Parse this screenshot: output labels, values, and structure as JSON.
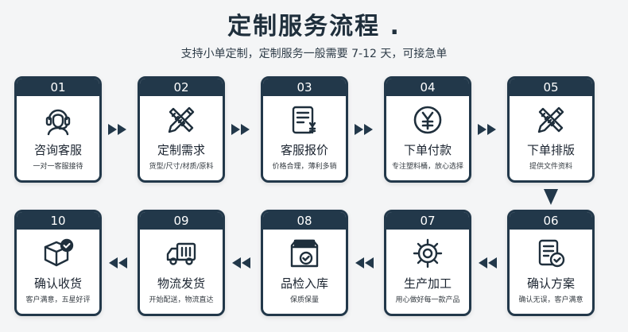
{
  "header": {
    "title": "定制服务流程 .",
    "subtitle": "支持小单定制，定制服务一般需要 7-12 天，可接急单"
  },
  "steps": [
    {
      "num": "01",
      "label": "咨询客服",
      "desc": "一对一客服接待",
      "icon": "customer-service-headset-icon"
    },
    {
      "num": "02",
      "label": "定制需求",
      "desc": "货型/尺寸/材质/原料",
      "icon": "ruler-pencil-icon"
    },
    {
      "num": "03",
      "label": "客服报价",
      "desc": "价格合理，薄利多销",
      "icon": "price-document-icon"
    },
    {
      "num": "04",
      "label": "下单付款",
      "desc": "专注塑料桶，放心选择",
      "icon": "yen-coin-icon"
    },
    {
      "num": "05",
      "label": "下单排版",
      "desc": "提供文件资料",
      "icon": "ruler-pencil-icon"
    },
    {
      "num": "06",
      "label": "确认方案",
      "desc": "确认无误，客户满意",
      "icon": "approved-document-icon"
    },
    {
      "num": "07",
      "label": "生产加工",
      "desc": "用心做好每一款产品",
      "icon": "gear-icon"
    },
    {
      "num": "08",
      "label": "品检入库",
      "desc": "保质保量",
      "icon": "inspection-box-icon"
    },
    {
      "num": "09",
      "label": "物流发货",
      "desc": "开始配送，物流直达",
      "icon": "delivery-truck-icon"
    },
    {
      "num": "10",
      "label": "确认收货",
      "desc": "客户满意，五星好评",
      "icon": "package-check-icon"
    }
  ],
  "colors": {
    "accent": "#22384a",
    "background": "#f4f5f6"
  }
}
